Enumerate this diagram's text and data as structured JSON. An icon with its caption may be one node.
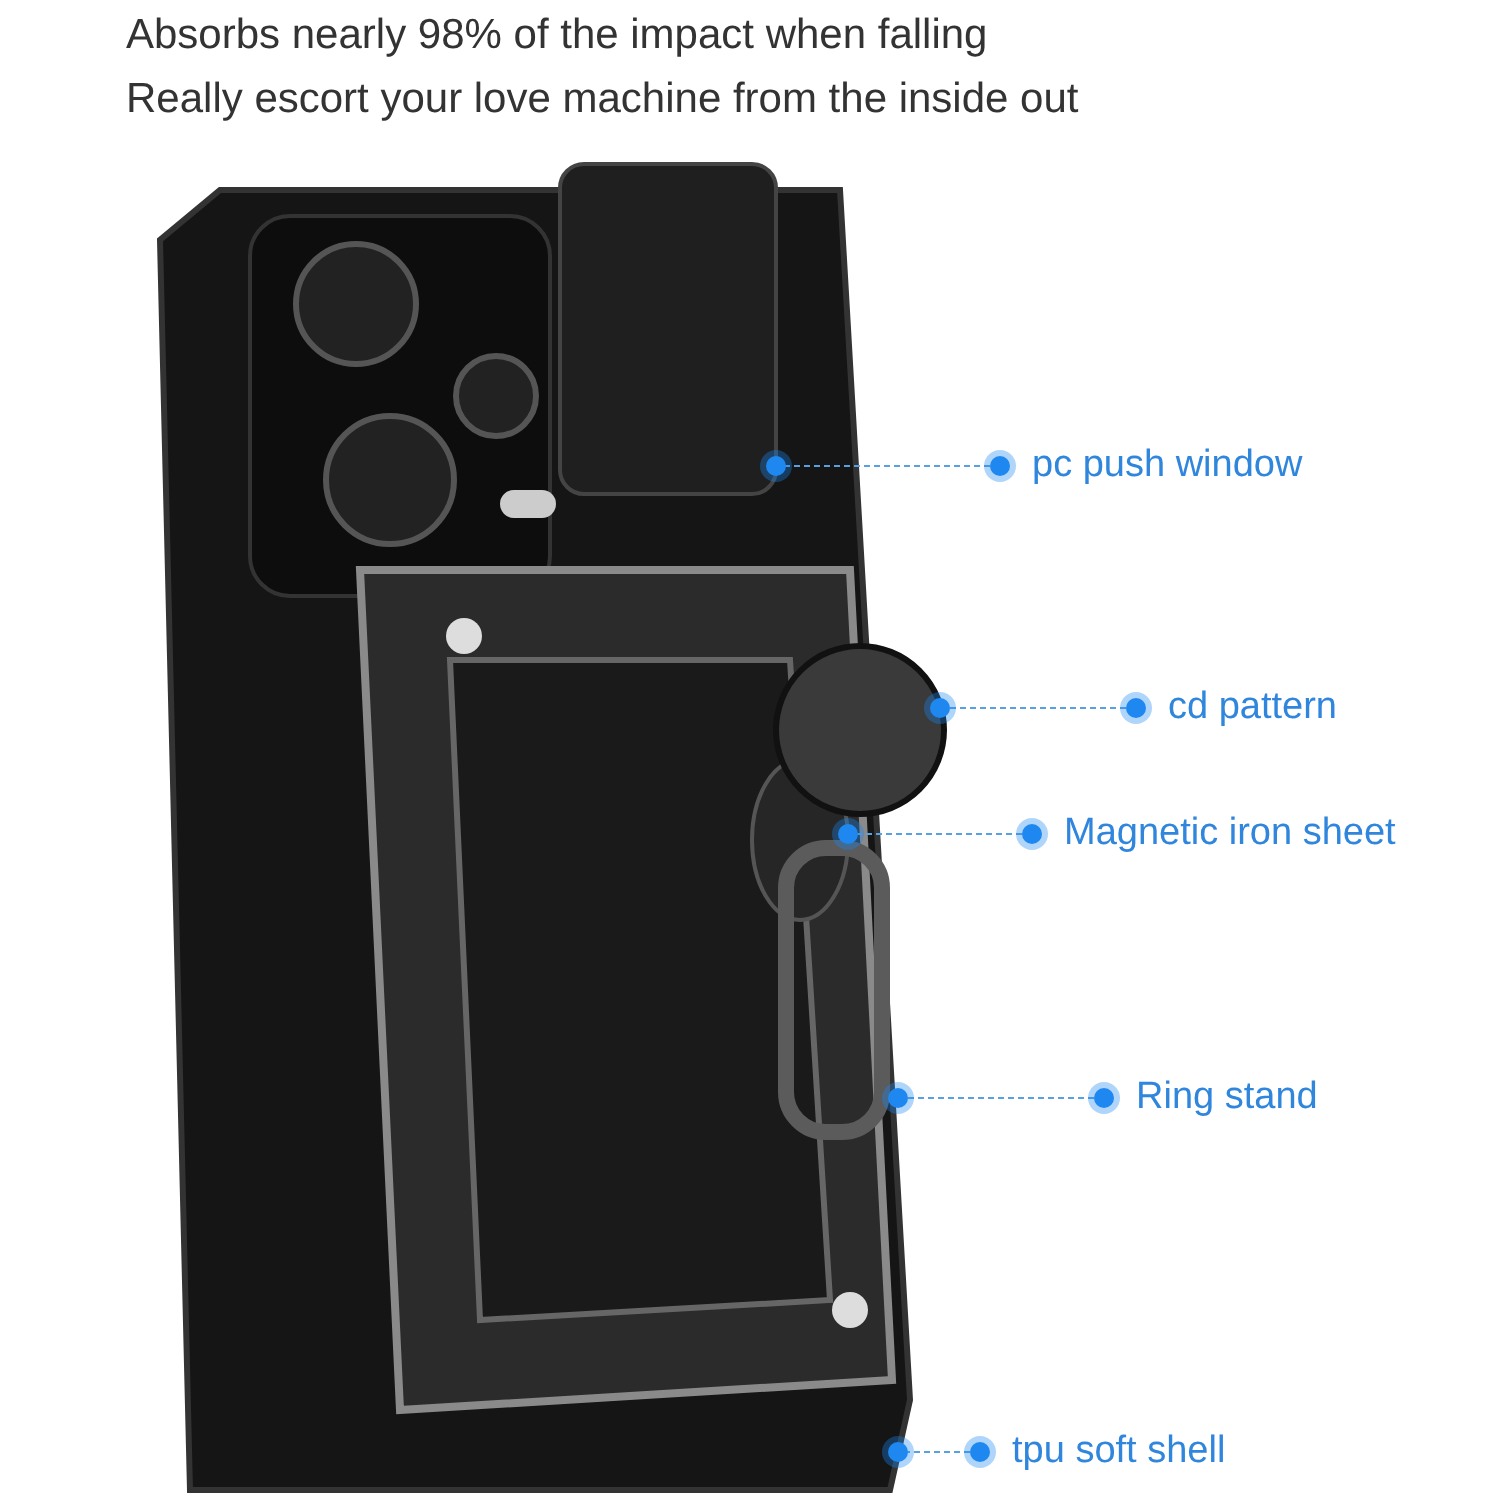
{
  "diagram": {
    "nodes": [
      {
        "text": [
          "pc push window"
        ]
      },
      {
        "text": [
          "cd pattern"
        ]
      },
      {
        "text": [
          "Magnetic iron sheet"
        ]
      },
      {
        "text": [
          "Ring stand"
        ]
      },
      {
        "text": [
          "tpu soft shell"
        ]
      },
      {
        "text": [],
        "shape": "box"
      },
      {
        "text": [],
        "shape": "box"
      },
      {
        "text": [],
        "shape": "circle"
      },
      {
        "text": [],
        "shape": "cylinder",
        "in": 5
      },
      {
        "text": [],
        "shape": "ring",
        "in": 5
      }
    ],
    "edges": [
      {
        "from": 0,
        "to": 6,
        "arrow": "other",
        "style": "dashed"
      },
      {
        "from": 1,
        "to": 7,
        "arrow": "other",
        "style": "dashed"
      },
      {
        "from": 2,
        "to": 8,
        "arrow": "other",
        "style": "dashed"
      },
      {
        "from": 3,
        "to": 9,
        "arrow": "other",
        "style": "dashed"
      },
      {
        "from": 4,
        "to": 5,
        "arrow": "other",
        "style": "dashed"
      }
    ],
    "labels": [
      "Absorbs nearly 98% of the impact when falling",
      "Really escort your love machine from the inside out"
    ]
  }
}
